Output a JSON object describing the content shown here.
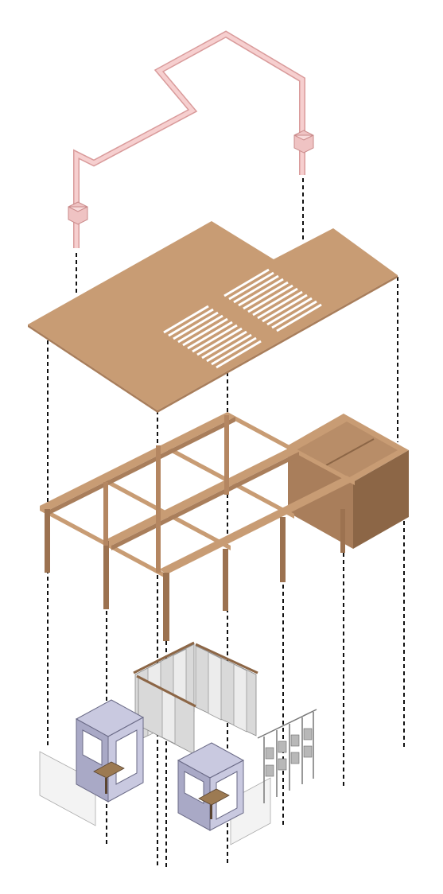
{
  "diagram": {
    "type": "exploded-axonometric",
    "layers": [
      {
        "id": "pipe-system"
      },
      {
        "id": "roof-deck"
      },
      {
        "id": "timber-frame"
      },
      {
        "id": "furniture-and-partitions"
      }
    ],
    "colors": {
      "pipe": "#d99b9b",
      "pipe_highlight": "#f6cfcf",
      "timber": "#c89c74",
      "timber_shadow": "#a97e5b",
      "booth": "#c9c9e0",
      "partition": "#d9d9d9",
      "guide_lines": "#111111"
    }
  }
}
